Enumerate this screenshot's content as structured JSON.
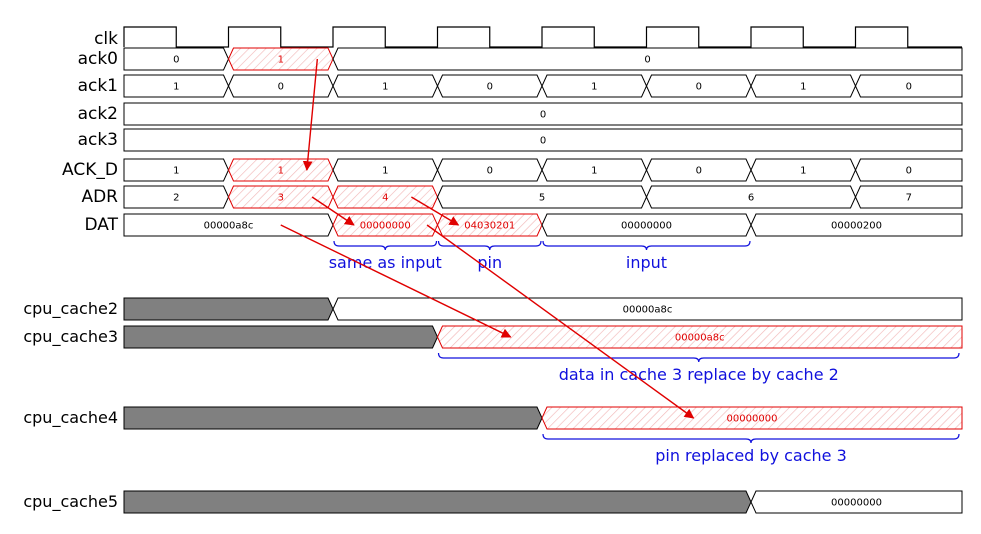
{
  "colors": {
    "line": "#000000",
    "highlight": "#e00000",
    "hatch": "#f2b8b8",
    "undefined_fill": "#808080",
    "annotation": "#1010dd",
    "arrow": "#e00000"
  },
  "clock": {
    "label": "clk"
  },
  "signals": [
    {
      "name": "ack0",
      "segments": [
        {
          "t0": 0,
          "t1": 1,
          "value": "0"
        },
        {
          "t0": 1,
          "t1": 2,
          "value": "1",
          "highlight": true
        },
        {
          "t0": 2,
          "t1": 8,
          "value": "0"
        }
      ]
    },
    {
      "name": "ack1",
      "segments": [
        {
          "t0": 0,
          "t1": 1,
          "value": "1"
        },
        {
          "t0": 1,
          "t1": 2,
          "value": "0"
        },
        {
          "t0": 2,
          "t1": 3,
          "value": "1"
        },
        {
          "t0": 3,
          "t1": 4,
          "value": "0"
        },
        {
          "t0": 4,
          "t1": 5,
          "value": "1"
        },
        {
          "t0": 5,
          "t1": 6,
          "value": "0"
        },
        {
          "t0": 6,
          "t1": 7,
          "value": "1"
        },
        {
          "t0": 7,
          "t1": 8,
          "value": "0"
        }
      ]
    },
    {
      "name": "ack2",
      "segments": [
        {
          "t0": 0,
          "t1": 8,
          "value": "0"
        }
      ]
    },
    {
      "name": "ack3",
      "segments": [
        {
          "t0": 0,
          "t1": 8,
          "value": "0"
        }
      ]
    },
    {
      "name": "ACK_D",
      "segments": [
        {
          "t0": 0,
          "t1": 1,
          "value": "1"
        },
        {
          "t0": 1,
          "t1": 2,
          "value": "1",
          "highlight": true
        },
        {
          "t0": 2,
          "t1": 3,
          "value": "1"
        },
        {
          "t0": 3,
          "t1": 4,
          "value": "0"
        },
        {
          "t0": 4,
          "t1": 5,
          "value": "1"
        },
        {
          "t0": 5,
          "t1": 6,
          "value": "0"
        },
        {
          "t0": 6,
          "t1": 7,
          "value": "1"
        },
        {
          "t0": 7,
          "t1": 8,
          "value": "0"
        }
      ]
    },
    {
      "name": "ADR",
      "segments": [
        {
          "t0": 0,
          "t1": 1,
          "value": "2"
        },
        {
          "t0": 1,
          "t1": 2,
          "value": "3",
          "highlight": true
        },
        {
          "t0": 2,
          "t1": 3,
          "value": "4",
          "highlight": true
        },
        {
          "t0": 3,
          "t1": 5,
          "value": "5"
        },
        {
          "t0": 5,
          "t1": 7,
          "value": "6"
        },
        {
          "t0": 7,
          "t1": 8,
          "value": "7"
        }
      ]
    },
    {
      "name": "DAT",
      "segments": [
        {
          "t0": 0,
          "t1": 2,
          "value": "00000a8c"
        },
        {
          "t0": 2,
          "t1": 3,
          "value": "00000000",
          "highlight": true
        },
        {
          "t0": 3,
          "t1": 4,
          "value": "04030201",
          "highlight": true
        },
        {
          "t0": 4,
          "t1": 6,
          "value": "00000000"
        },
        {
          "t0": 6,
          "t1": 8,
          "value": "00000200"
        }
      ]
    },
    {
      "name": "cpu_cache2",
      "segments": [
        {
          "t0": 0,
          "t1": 2,
          "undefined": true
        },
        {
          "t0": 2,
          "t1": 8,
          "value": "00000a8c"
        }
      ]
    },
    {
      "name": "cpu_cache3",
      "segments": [
        {
          "t0": 0,
          "t1": 3,
          "undefined": true
        },
        {
          "t0": 3,
          "t1": 8,
          "value": "00000a8c",
          "highlight": true
        }
      ]
    },
    {
      "name": "cpu_cache4",
      "segments": [
        {
          "t0": 0,
          "t1": 4,
          "undefined": true
        },
        {
          "t0": 4,
          "t1": 8,
          "value": "00000000",
          "highlight": true
        }
      ]
    },
    {
      "name": "cpu_cache5",
      "segments": [
        {
          "t0": 0,
          "t1": 6,
          "undefined": true
        },
        {
          "t0": 6,
          "t1": 8,
          "value": "00000000"
        }
      ]
    }
  ],
  "annotations": [
    {
      "text": "same as input",
      "after_signal": "DAT",
      "t0": 2,
      "t1": 3
    },
    {
      "text": "pin",
      "after_signal": "DAT",
      "t0": 3,
      "t1": 4
    },
    {
      "text": "input",
      "after_signal": "DAT",
      "t0": 4,
      "t1": 6
    },
    {
      "text": "data in cache 3 replace by cache 2",
      "after_signal": "cpu_cache3",
      "t0": 3,
      "t1": 8
    },
    {
      "text": "pin replaced by cache 3",
      "after_signal": "cpu_cache4",
      "t0": 4,
      "t1": 8
    }
  ],
  "arrows": [
    {
      "from_signal": "ack0",
      "from_t": 1.85,
      "to_signal": "ACK_D",
      "to_t": 1.75
    },
    {
      "from_signal": "ADR",
      "from_t": 1.8,
      "to_signal": "DAT",
      "to_t": 2.2
    },
    {
      "from_signal": "ADR",
      "from_t": 2.75,
      "to_signal": "DAT",
      "to_t": 3.2
    },
    {
      "from_signal": "DAT",
      "from_t": 1.5,
      "to_signal": "cpu_cache3",
      "to_t": 3.7
    },
    {
      "from_signal": "DAT",
      "from_t": 2.9,
      "to_signal": "cpu_cache4",
      "to_t": 5.45
    }
  ]
}
